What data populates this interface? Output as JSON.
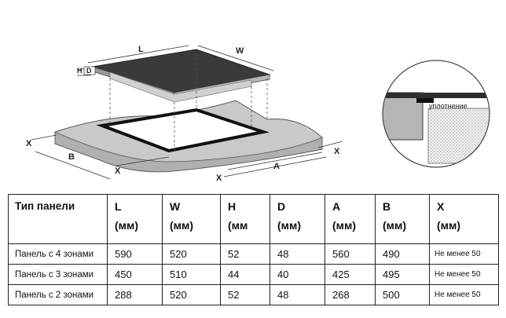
{
  "diagram": {
    "labels": {
      "L": "L",
      "W": "W",
      "H": "H",
      "D": "D",
      "A": "A",
      "B": "B",
      "X": "X",
      "seal": "уплотнение"
    }
  },
  "table": {
    "headers": [
      {
        "name": "Тип панели",
        "unit": ""
      },
      {
        "name": "L",
        "unit": "(мм)"
      },
      {
        "name": "W",
        "unit": "(мм)"
      },
      {
        "name": "H",
        "unit": "(мм"
      },
      {
        "name": "D",
        "unit": "(мм)"
      },
      {
        "name": "A",
        "unit": "(мм)"
      },
      {
        "name": "B",
        "unit": "(мм)"
      },
      {
        "name": "X",
        "unit": "(мм)"
      }
    ],
    "rows": [
      [
        "Панель с 4 зонами",
        "590",
        "520",
        "52",
        "48",
        "560",
        "490",
        "Не менее 50"
      ],
      [
        "Панель с 3 зонами",
        "450",
        "510",
        "44",
        "40",
        "425",
        "495",
        "Не менее 50"
      ],
      [
        "Панель с 2 зонами",
        "288",
        "520",
        "52",
        "48",
        "268",
        "500",
        "Не менее 50"
      ]
    ]
  }
}
